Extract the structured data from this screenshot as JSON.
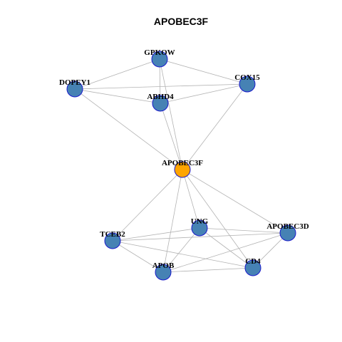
{
  "title": "APOBEC3F",
  "colors": {
    "hub_node": "#FFA500",
    "other_node": "#4682B4",
    "node_border": "#1A1ACC",
    "edge": "#B3B3B3"
  },
  "nodes": [
    {
      "id": "GPKOW",
      "type": "other"
    },
    {
      "id": "DOPEY1",
      "type": "other"
    },
    {
      "id": "COX15",
      "type": "other"
    },
    {
      "id": "ABHD4",
      "type": "other"
    },
    {
      "id": "APOBEC3F",
      "type": "hub"
    },
    {
      "id": "UNG",
      "type": "other"
    },
    {
      "id": "APOBEC3D",
      "type": "other"
    },
    {
      "id": "TCEB2",
      "type": "other"
    },
    {
      "id": "APOB",
      "type": "other"
    },
    {
      "id": "CD4",
      "type": "other"
    }
  ],
  "edges": [
    [
      "GPKOW",
      "DOPEY1"
    ],
    [
      "GPKOW",
      "COX15"
    ],
    [
      "GPKOW",
      "ABHD4"
    ],
    [
      "GPKOW",
      "APOBEC3F"
    ],
    [
      "DOPEY1",
      "COX15"
    ],
    [
      "DOPEY1",
      "ABHD4"
    ],
    [
      "DOPEY1",
      "APOBEC3F"
    ],
    [
      "COX15",
      "ABHD4"
    ],
    [
      "COX15",
      "APOBEC3F"
    ],
    [
      "ABHD4",
      "APOBEC3F"
    ],
    [
      "APOBEC3F",
      "UNG"
    ],
    [
      "APOBEC3F",
      "APOBEC3D"
    ],
    [
      "APOBEC3F",
      "TCEB2"
    ],
    [
      "APOBEC3F",
      "APOB"
    ],
    [
      "APOBEC3F",
      "CD4"
    ],
    [
      "UNG",
      "APOBEC3D"
    ],
    [
      "UNG",
      "TCEB2"
    ],
    [
      "UNG",
      "APOB"
    ],
    [
      "UNG",
      "CD4"
    ],
    [
      "APOBEC3D",
      "TCEB2"
    ],
    [
      "APOBEC3D",
      "APOB"
    ],
    [
      "APOBEC3D",
      "CD4"
    ],
    [
      "TCEB2",
      "APOB"
    ],
    [
      "TCEB2",
      "CD4"
    ],
    [
      "APOB",
      "CD4"
    ]
  ]
}
